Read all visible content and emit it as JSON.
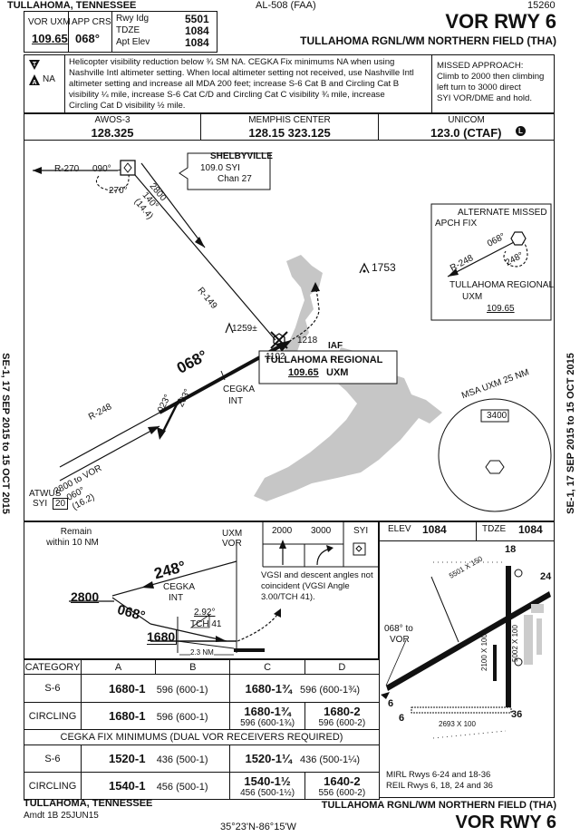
{
  "header": {
    "left_city": "TULLAHOMA, TENNESSEE",
    "chart_code": "AL-508 (FAA)",
    "chart_number": "15260",
    "procedure_title": "VOR RWY 6",
    "airport": "TULLAHOMA RGNL/WM NORTHERN FIELD (THA)"
  },
  "briefing": {
    "vor_label": "VOR UXM",
    "vor_freq": "109.65",
    "app_crs_label": "APP CRS",
    "app_crs": "068°",
    "rwy_idg_label": "Rwy Idg",
    "rwy_idg": "5501",
    "tdze_label": "TDZE",
    "tdze": "1084",
    "apt_elev_label": "Apt Elev",
    "apt_elev": "1084"
  },
  "notes": {
    "symbol_na": "NA",
    "text1": "Helicopter visibility reduction below ¾ SM NA. CEGKA Fix minimums NA when using",
    "text2": "Nashville Intl altimeter setting. When local altimeter setting not received, use Nashville Intl",
    "text3": "altimeter setting and increase all MDA 200 feet; increase S-6 Cat B and Circling Cat B",
    "text4": "visibility ¼ mile, increase S-6 Cat C/D and Circling Cat C visibility ¾ mile, increase",
    "text5": "Circling Cat D visibility ½ mile.",
    "missed1": "MISSED APPROACH:",
    "missed2": "Climb to 2000 then climbing",
    "missed3": "left turn to 3000 direct",
    "missed4": "SYI VOR/DME and hold."
  },
  "comms": {
    "awos_label": "AWOS-3",
    "awos_freq": "128.325",
    "center_label": "MEMPHIS CENTER",
    "center_freq": "128.15  323.125",
    "unicom_label": "UNICOM",
    "unicom_freq": "123.0 (CTAF)",
    "ctaf_symbol": "L"
  },
  "plan": {
    "shelbyville": "SHELBYVILLE",
    "shelby_freq": "109.0  SYI",
    "shelby_chan": "Chan 27",
    "r270": "R-270",
    "c090": "090°",
    "c270": "270°",
    "d2800a": "2800",
    "d140": "140°",
    "d144": "(14.4)",
    "r149": "R-149",
    "elev1259": "1259±",
    "elev1218": "1218",
    "elev1102": "1102",
    "elev1753": "1753",
    "iaf": "IAF",
    "tull_name": "TULLAHOMA REGIONAL",
    "tull_freq": "109.65",
    "tull_id": "UXM",
    "crs068": "068°",
    "cegka": "CEGKA",
    "int": "INT",
    "r248": "R-248",
    "c023": "023°",
    "c203": "203°",
    "d2800b": "2800 to VOR",
    "c060": "060°",
    "d162": "(16.2)",
    "atwus": "ATWUS",
    "syi20": "SYI",
    "syi20n": "20",
    "alt_missed1": "ALTERNATE MISSED",
    "alt_missed2": "APCH FIX",
    "alt_r248": "R-248",
    "alt_068": "068°",
    "alt_248": "248°",
    "alt_name": "TULLAHOMA REGIONAL",
    "alt_id": "UXM",
    "alt_freq": "109.65",
    "msa": "MSA UXM 25 NM",
    "msa_alt": "3400"
  },
  "side": {
    "left": "SE-1, 17 SEP 2015 to 15 OCT 2015",
    "right": "SE-1, 17 SEP 2015 to 15 OCT 2015"
  },
  "profile": {
    "remain1": "Remain",
    "remain2": "within 10 NM",
    "uxm": "UXM",
    "vor": "VOR",
    "c248": "248°",
    "a2800": "2800",
    "c068": "068°",
    "cegka": "CEGKA",
    "int": "INT",
    "gs": "2.92°",
    "tch": "TCH 41",
    "a1680": "1680",
    "dist": "2.3 NM",
    "m2000": "2000",
    "m3000": "3000",
    "msyi": "SYI",
    "vgsi1": "VGSI and descent angles not",
    "vgsi2": "coincident (VGSI Angle",
    "vgsi3": "3.00/TCH 41)."
  },
  "airport": {
    "elev_label": "ELEV",
    "elev": "1084",
    "tdze_label": "TDZE",
    "tdze": "1084",
    "rwy1": "5501 X 150",
    "rwy2": "5002 X 100",
    "rwy3": "2693 X 100",
    "rwy4": "2100 X 100",
    "n18": "18",
    "n24": "24",
    "n6": "6",
    "n36": "36",
    "n6b": "6",
    "crs_note1": "068° to",
    "crs_note2": "VOR",
    "lights1": "MIRL Rwys 6-24 and 18-36",
    "lights2": "REIL Rwys 6, 18, 24 and 36"
  },
  "minimums": {
    "headers": [
      "CATEGORY",
      "A",
      "B",
      "C",
      "D"
    ],
    "rows": [
      {
        "cat": "S-6",
        "a": "1680-1",
        "b": "596 (600-1)",
        "c": "1680-1¾",
        "d": "596 (600-1¾)",
        "c2": "",
        "d2": ""
      },
      {
        "cat": "CIRCLING",
        "a": "1680-1",
        "b": "596 (600-1)",
        "c": "1680-1¾",
        "c2": "596 (600-1¾)",
        "d": "1680-2",
        "d2": "596 (600-2)"
      }
    ],
    "cegka_title": "CEGKA FIX MINIMUMS (DUAL VOR RECEIVERS REQUIRED)",
    "rows2": [
      {
        "cat": "S-6",
        "a": "1520-1",
        "b": "436 (500-1)",
        "c": "1520-1¼",
        "d": "436 (500-1¼)",
        "c2": "",
        "d2": ""
      },
      {
        "cat": "CIRCLING",
        "a": "1540-1",
        "b": "456 (500-1)",
        "c": "1540-1½",
        "c2": "456 (500-1½)",
        "d": "1640-2",
        "d2": "556 (600-2)"
      }
    ]
  },
  "footer": {
    "city": "TULLAHOMA, TENNESSEE",
    "amdt": "Amdt 1B  25JUN15",
    "coords": "35°23'N-86°15'W",
    "airport": "TULLAHOMA RGNL/WM NORTHERN FIELD (THA)",
    "title": "VOR RWY 6"
  }
}
